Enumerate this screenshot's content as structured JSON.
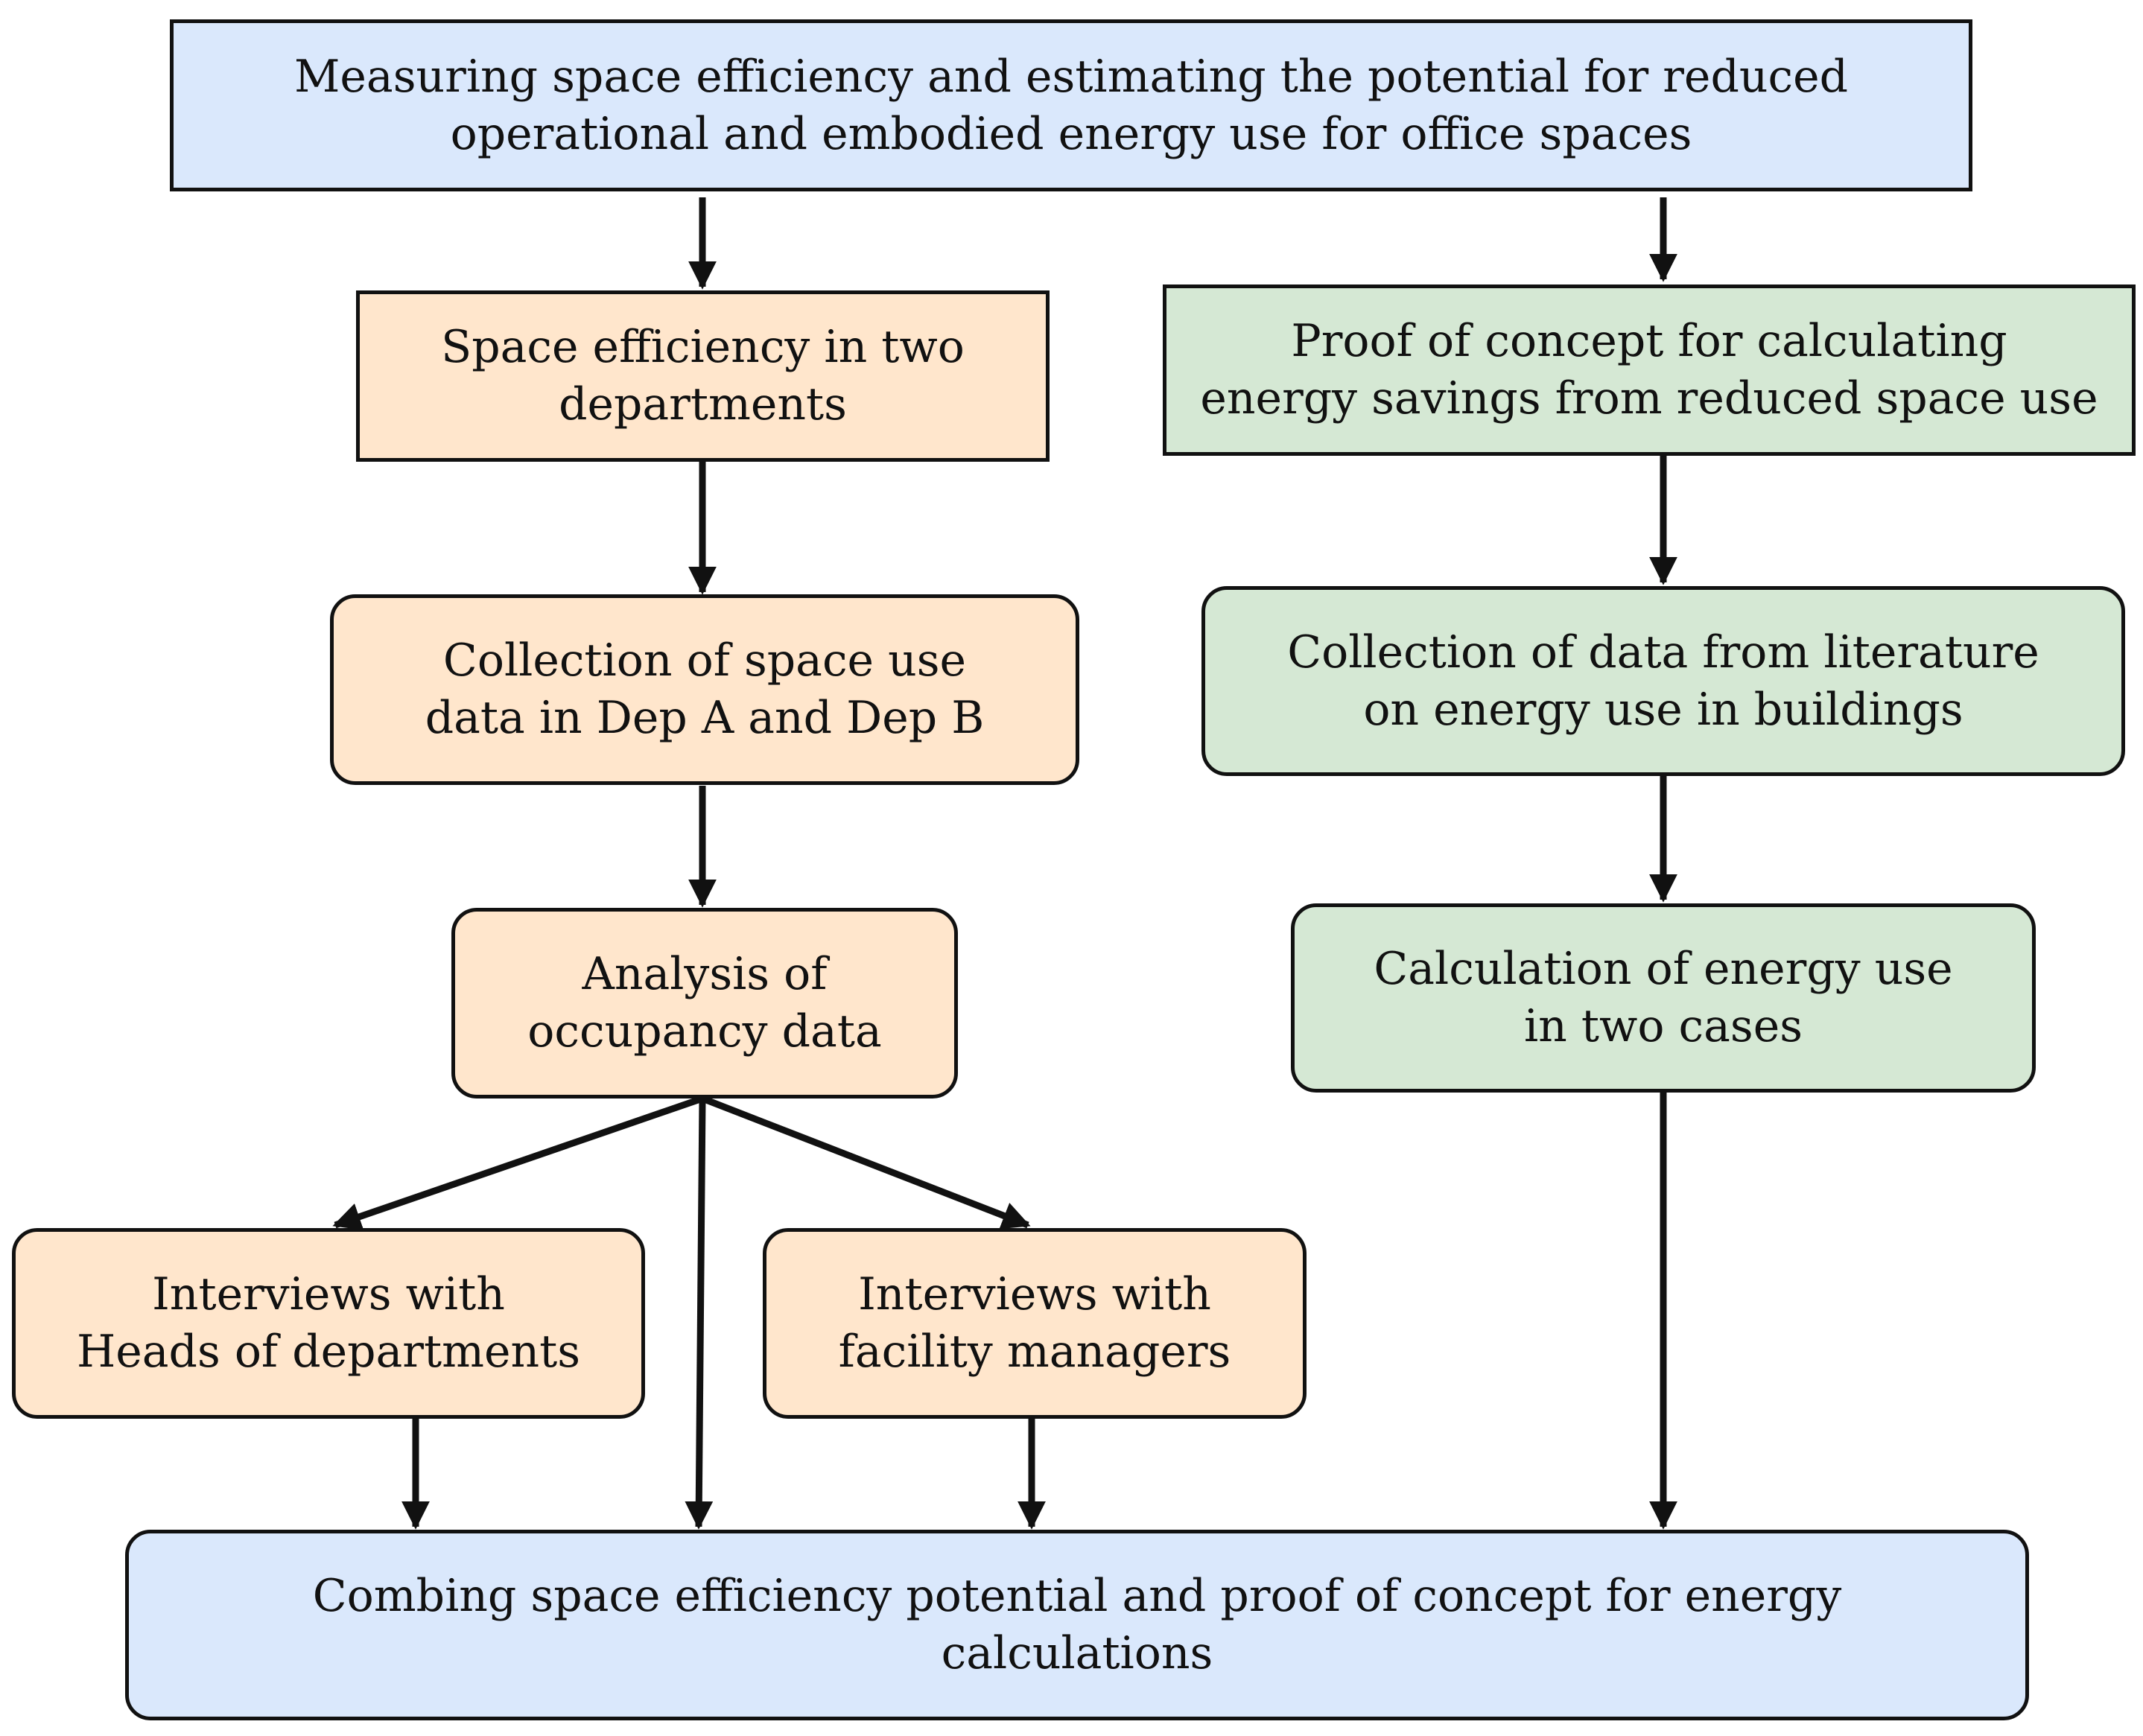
{
  "colors": {
    "blue": "#dae8fc",
    "orange": "#ffe6cc",
    "green": "#d5e8d4",
    "stroke": "#111111"
  },
  "nodes": {
    "top": {
      "text": "Measuring space efficiency and estimating the potential for reduced\noperational and embodied  energy use for office spaces"
    },
    "space_eff": {
      "text": "Space efficiency in two\ndepartments"
    },
    "collection_space": {
      "text": "Collection of space use\ndata in Dep A and Dep B"
    },
    "analysis": {
      "text": "Analysis of\noccupancy data"
    },
    "interviews_heads": {
      "text": "Interviews with\nHeads of departments"
    },
    "interviews_fm": {
      "text": "Interviews with\nfacility managers"
    },
    "proof": {
      "text": "Proof of concept for calculating\nenergy savings from reduced space use"
    },
    "collection_lit": {
      "text": "Collection of data from literature\non energy use in buildings"
    },
    "calculation": {
      "text": "Calculation of energy use\nin two cases"
    },
    "bottom": {
      "text": "Combing space efficiency potential and proof of concept for energy\ncalculations"
    }
  }
}
